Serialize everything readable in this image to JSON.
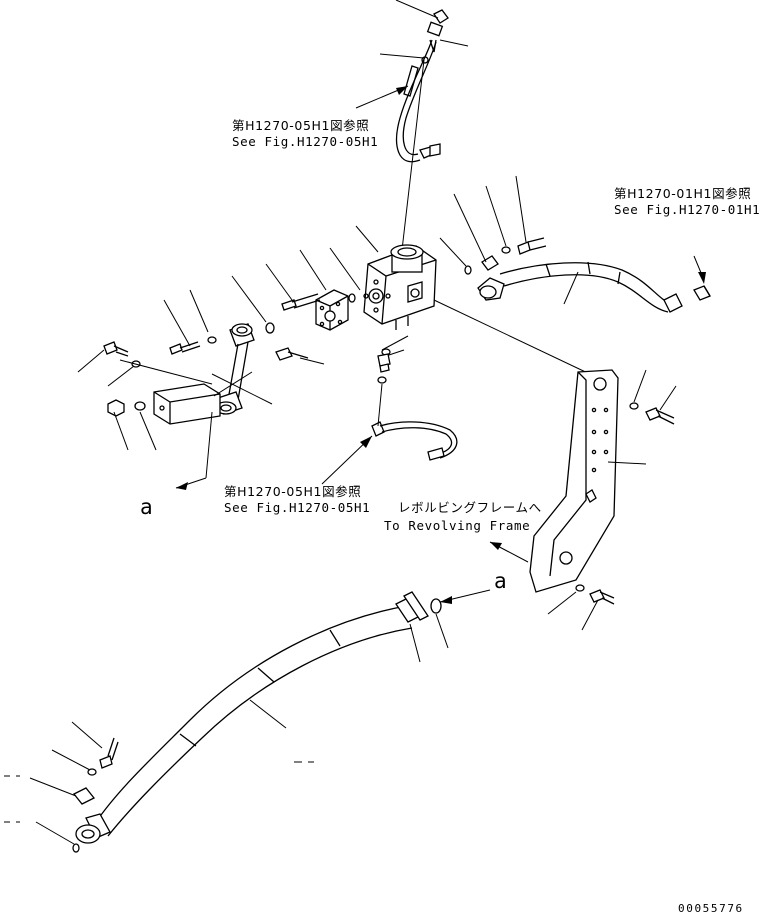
{
  "labels": {
    "ref_top_jp": "第H1270-05H1図参照",
    "ref_top_en": "See Fig.H1270-05H1",
    "ref_right_jp": "第H1270-01H1図参照",
    "ref_right_en": "See Fig.H1270-01H1",
    "ref_mid_jp": "第H1270-05H1図参照",
    "ref_mid_en": "See Fig.H1270-05H1",
    "revolving_jp": "レボルビングフレームへ",
    "revolving_en": "To Revolving Frame",
    "marker_a_left": "a",
    "marker_a_right": "a",
    "drawing_number": "00055776"
  }
}
